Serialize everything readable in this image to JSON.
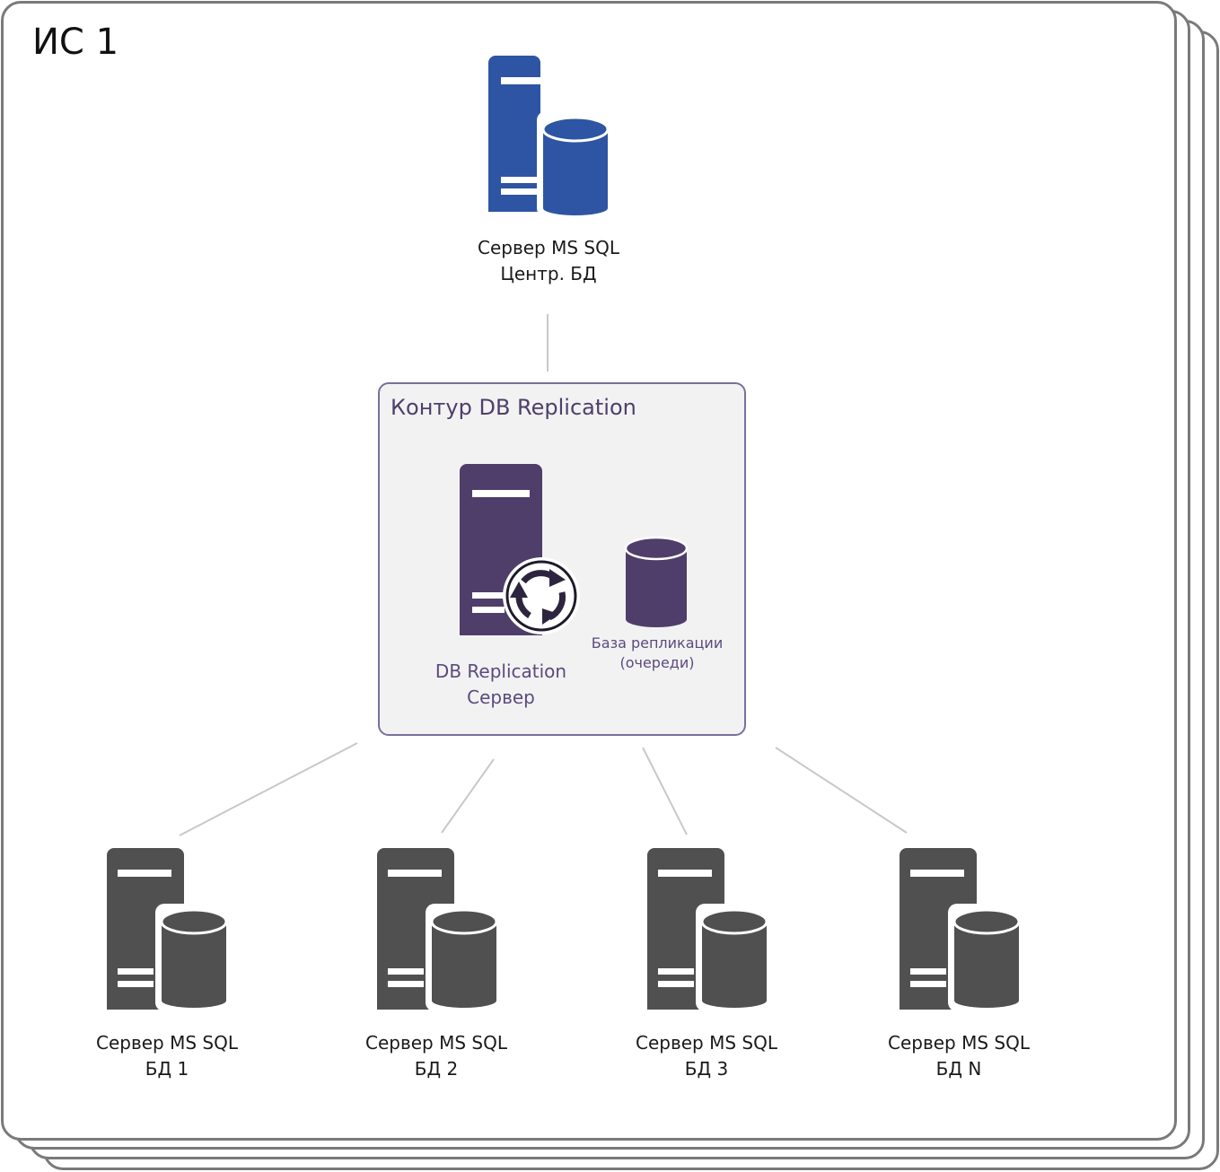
{
  "system_title": "ИС 1",
  "colors": {
    "central_server": "#2e55a3",
    "replication": "#4f3e6a",
    "node_server": "#505050",
    "connector": "#c8c8c8",
    "contour_border": "#7b6f9a",
    "sheet_border": "#7a7a7a"
  },
  "central": {
    "line1": "Сервер MS SQL",
    "line2": "Центр. БД"
  },
  "contour": {
    "title": "Контур DB Replication",
    "server": {
      "line1": "DB Replication",
      "line2": "Сервер"
    },
    "queue_db": {
      "line1": "База репликации",
      "line2": "(очереди)"
    }
  },
  "nodes": [
    {
      "line1": "Сервер MS SQL",
      "line2": "БД 1"
    },
    {
      "line1": "Сервер MS SQL",
      "line2": "БД 2"
    },
    {
      "line1": "Сервер MS SQL",
      "line2": "БД 3"
    },
    {
      "line1": "Сервер MS SQL",
      "line2": "БД N"
    }
  ]
}
